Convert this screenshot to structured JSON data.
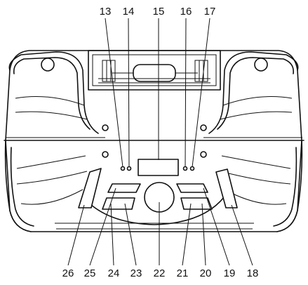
{
  "callouts_top": [
    "13",
    "14",
    "15",
    "16",
    "17"
  ],
  "callouts_bottom": [
    "26",
    "25",
    "24",
    "23",
    "22",
    "21",
    "20",
    "19",
    "18"
  ]
}
